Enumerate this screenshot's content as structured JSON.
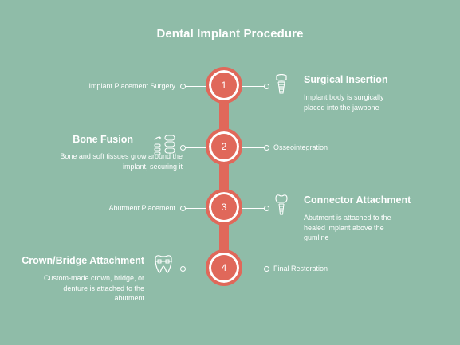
{
  "title": "Dental Implant Procedure",
  "steps": [
    {
      "number": "1",
      "label": "Implant Placement Surgery",
      "heading": "Surgical Insertion",
      "description": "Implant body is surgically placed into the jawbone",
      "icon": "implant-icon"
    },
    {
      "number": "2",
      "label": "Osseointegration",
      "heading": "Bone Fusion",
      "description": "Bone and soft tissues grow around the implant, securing it",
      "icon": "bone-fusion-icon"
    },
    {
      "number": "3",
      "label": "Abutment Placement",
      "heading": "Connector Attachment",
      "description": "Abutment is attached to the healed implant above the gumline",
      "icon": "implant-icon"
    },
    {
      "number": "4",
      "label": "Final Restoration",
      "heading": "Crown/Bridge Attachment",
      "description": "Custom-made crown, bridge, or denture is attached to the abutment",
      "icon": "braces-tooth-icon"
    }
  ],
  "colors": {
    "background": "#8fbca8",
    "accent": "#e0685a",
    "text": "#ffffff"
  }
}
